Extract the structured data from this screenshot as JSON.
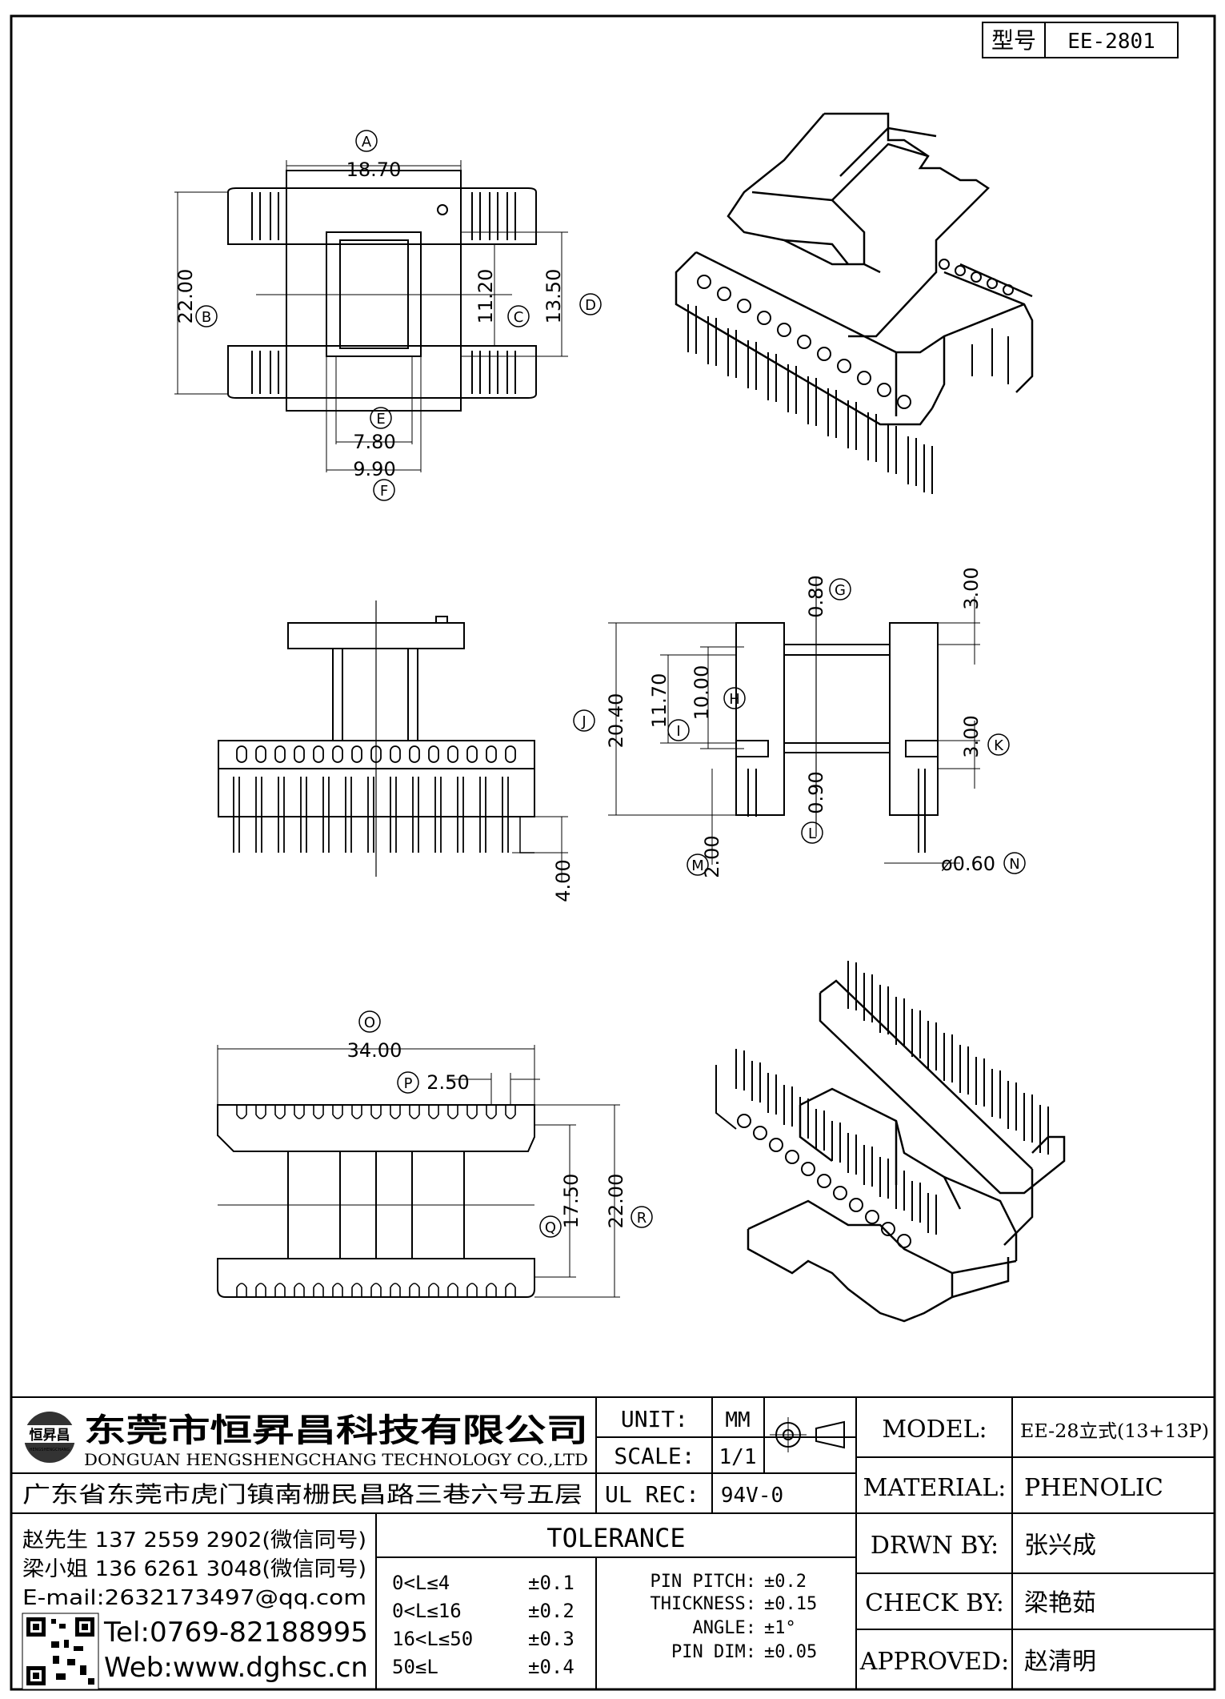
{
  "model_box": {
    "label": "型号",
    "value": "EE-2801"
  },
  "top_view": {
    "dims": [
      {
        "tag": "A",
        "value": "18.70"
      },
      {
        "tag": "B",
        "value": "22.00"
      },
      {
        "tag": "C",
        "value": "11.20"
      },
      {
        "tag": "D",
        "value": "13.50"
      },
      {
        "tag": "E",
        "value": "7.80"
      },
      {
        "tag": "F",
        "value": "9.90"
      }
    ]
  },
  "side_view": {
    "dims": [
      {
        "tag": "G",
        "value": "0.80"
      },
      {
        "tag": "",
        "value": "3.00"
      },
      {
        "tag": "H",
        "value": "10.00"
      },
      {
        "tag": "I",
        "value": "11.70"
      },
      {
        "tag": "J",
        "value": "20.40"
      },
      {
        "tag": "K",
        "value": "3.00"
      },
      {
        "tag": "L",
        "value": "0.90"
      },
      {
        "tag": "M",
        "value": "2.00"
      },
      {
        "tag": "N",
        "value": "ø0.60"
      },
      {
        "tag": "",
        "value": "4.00"
      }
    ]
  },
  "bottom_view": {
    "dims": [
      {
        "tag": "O",
        "value": "34.00"
      },
      {
        "tag": "P",
        "value": "2.50"
      },
      {
        "tag": "Q",
        "value": "17.50"
      },
      {
        "tag": "R",
        "value": "22.00"
      }
    ]
  },
  "company": {
    "logo_text": "恒昇昌",
    "logo_sub": "HENGSHENGCHANG",
    "name_cn": "东莞市恒昇昌科技有限公司",
    "name_en": "DONGUAN HENGSHENGCHANG TECHNOLOGY CO.,LTD",
    "address": "广东省东莞市虎门镇南栅民昌路三巷六号五层"
  },
  "contacts": {
    "line1": "赵先生 137 2559 2902(微信同号)",
    "line2": "梁小姐 136 6261 3048(微信同号)",
    "email": "E-mail:2632173497@qq.com",
    "tel": "Tel:0769-82188995",
    "web": "Web:www.dghsc.cn"
  },
  "specs": {
    "unit_label": "UNIT:",
    "unit_value": "MM",
    "scale_label": "SCALE:",
    "scale_value": "1/1",
    "ul_label": "UL REC:",
    "ul_value": "94V-0"
  },
  "tolerance": {
    "title": "TOLERANCE",
    "ranges": [
      {
        "range": "0<L≤4",
        "tol": "±0.1"
      },
      {
        "range": "0<L≤16",
        "tol": "±0.2"
      },
      {
        "range": "16<L≤50",
        "tol": "±0.3"
      },
      {
        "range": "50≤L",
        "tol": "±0.4"
      }
    ],
    "others": [
      {
        "label": "PIN PITCH:",
        "tol": "±0.2"
      },
      {
        "label": "THICKNESS:",
        "tol": "±0.15"
      },
      {
        "label": "ANGLE:",
        "tol": "±1°"
      },
      {
        "label": "PIN DIM:",
        "tol": "±0.05"
      }
    ]
  },
  "title_block": {
    "model_label": "MODEL:",
    "model_value": "EE-28立式(13+13P)",
    "material_label": "MATERIAL:",
    "material_value": "PHENOLIC",
    "drwn_label": "DRWN BY:",
    "drwn_value": "张兴成",
    "check_label": "CHECK BY:",
    "check_value": "梁艳茹",
    "approved_label": "APPROVED:",
    "approved_value": "赵清明"
  }
}
